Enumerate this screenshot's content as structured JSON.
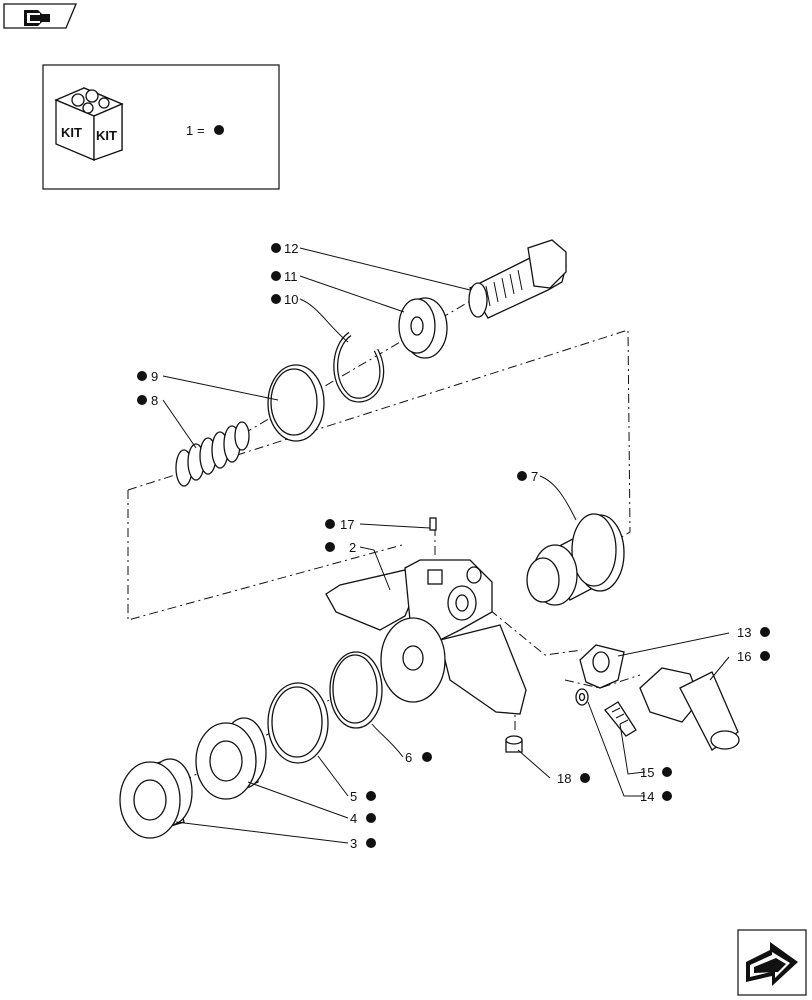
{
  "legend": {
    "item": "1",
    "equals": "=",
    "kit_word": "KIT"
  },
  "callouts": {
    "p12": "12",
    "p11": "11",
    "p10": "10",
    "p9": "9",
    "p8": "8",
    "p7": "7",
    "p17": "17",
    "p2": "2",
    "p13": "13",
    "p16": "16",
    "p6": "6",
    "p18": "18",
    "p15": "15",
    "p14": "14",
    "p5": "5",
    "p4": "4",
    "p3": "3"
  }
}
